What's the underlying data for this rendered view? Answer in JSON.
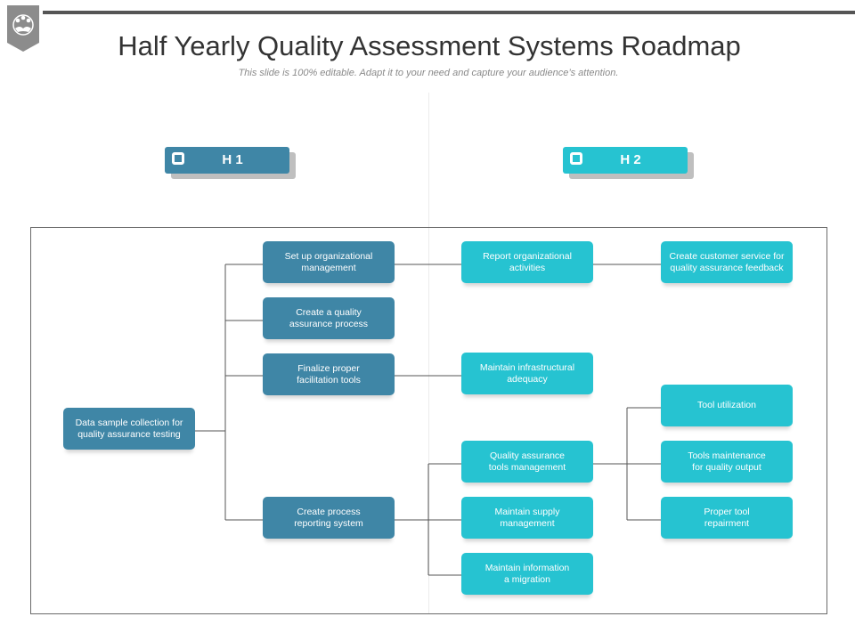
{
  "title": "Half Yearly Quality Assessment Systems Roadmap",
  "subtitle": "This slide is 100% editable. Adapt it to your need and capture your audience’s attention.",
  "colors": {
    "dark_node": "#3f86a6",
    "cyan_node": "#26c3d1",
    "h1": "#3f86a6",
    "h2": "#26c3d1"
  },
  "headers": {
    "h1": "H 1",
    "h2": "H 2"
  },
  "nodes": {
    "root": "Data sample collection for\nquality assurance testing",
    "setup_org": "Set up organizational\nmanagement",
    "create_qa_process": "Create a quality\nassurance process",
    "finalize_tools": "Finalize proper\nfacilitation tools",
    "create_reporting": "Create process\nreporting system",
    "report_activities": "Report organizational\nactivities",
    "customer_service": "Create customer service for\nquality assurance feedback",
    "infra_adequacy": "Maintain infrastructural\nadequacy",
    "qa_tools_mgmt": "Quality assurance\ntools management",
    "supply_mgmt": "Maintain supply\nmanagement",
    "info_migration": "Maintain information\na migration",
    "tool_utilization": "Tool utilization",
    "tools_maintenance": "Tools maintenance\nfor quality output",
    "tool_repairment": "Proper tool\nrepairment"
  }
}
